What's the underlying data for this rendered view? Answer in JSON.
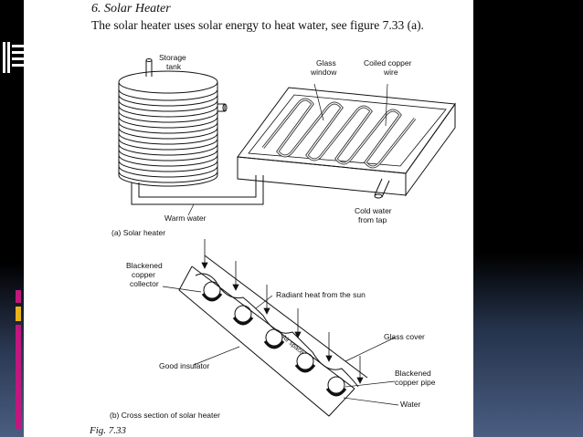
{
  "heading": "6.  Solar Heater",
  "intro": "The solar heater uses solar energy to heat water, see figure 7.33 (a).",
  "labels": {
    "storage_tank_1": "Storage",
    "storage_tank_2": "tank",
    "glass_window_1": "Glass",
    "glass_window_2": "window",
    "coiled_copper_1": "Coiled copper",
    "coiled_copper_2": "wire",
    "warm_water": "Warm water",
    "cold_water_1": "Cold water",
    "cold_water_2": "from tap",
    "caption_a": "(a) Solar heater",
    "blackened_collector_1": "Blackened",
    "blackened_collector_2": "copper",
    "blackened_collector_3": "collector",
    "radiant_heat": "Radiant heat from the sun",
    "glass_cover": "Glass cover",
    "air_space": "Air space",
    "good_insulator": "Good insulator",
    "blackened_pipe_1": "Blackened",
    "blackened_pipe_2": "copper pipe",
    "water": "Water",
    "caption_b": "(b) Cross section of solar heater"
  },
  "fig_caption": "Fig. 7.33"
}
